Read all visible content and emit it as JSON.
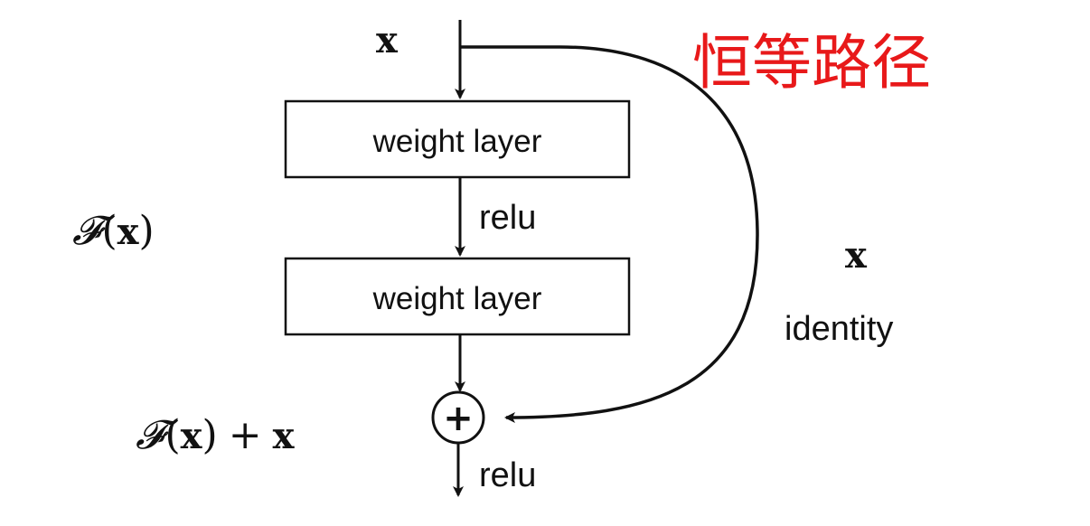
{
  "diagram": {
    "input_label": "x",
    "annotation": "恒等路径",
    "layer_top": "weight layer",
    "layer_bottom": "weight layer",
    "activation_mid": "relu",
    "activation_out": "relu",
    "residual_label": {
      "script_f": "𝓕",
      "open_paren": "(",
      "x": "x",
      "close_paren": ")"
    },
    "output_label": {
      "script_f": "𝓕",
      "open_paren": "(",
      "x": "x",
      "close_paren": ")",
      "plus": "+",
      "x2": "x"
    },
    "shortcut_symbol": "x",
    "shortcut_label": "identity",
    "add_symbol": "+",
    "colors": {
      "ink": "#111111",
      "annotation": "#e8191a",
      "background": "#ffffff"
    }
  }
}
